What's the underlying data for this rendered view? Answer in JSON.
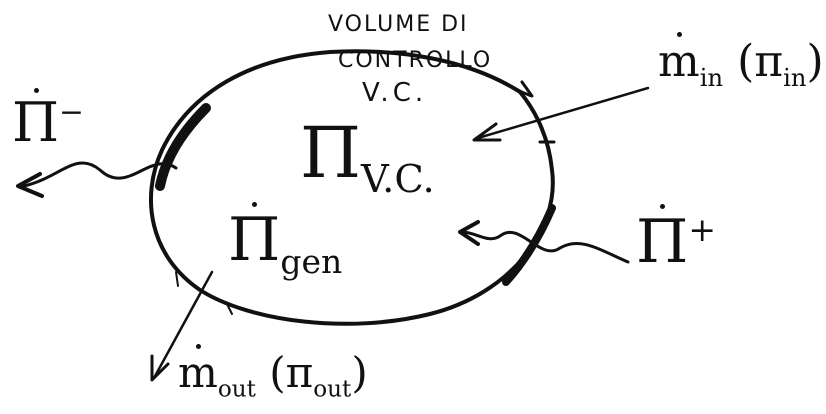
{
  "diagram": {
    "control_volume_title_line1": "VOLUME DI",
    "control_volume_title_line2": "CONTROLLO",
    "control_volume_abbrev": "V.C.",
    "stored_symbol": "Π",
    "stored_subscript": "V.C.",
    "generated_symbol": "Π",
    "generated_subscript": "gen",
    "outflow_rate_symbol": "Π",
    "outflow_rate_superscript": "−",
    "inflow_rate_symbol": "Π",
    "inflow_rate_superscript": "+",
    "mass_in_symbol": "m",
    "mass_in_subscript": "in",
    "mass_in_property": "(π",
    "mass_in_property_subscript": "in",
    "mass_in_close": ")",
    "mass_out_symbol": "m",
    "mass_out_subscript": "out",
    "mass_out_property": "(π",
    "mass_out_property_subscript": "out",
    "mass_out_close": ")"
  }
}
